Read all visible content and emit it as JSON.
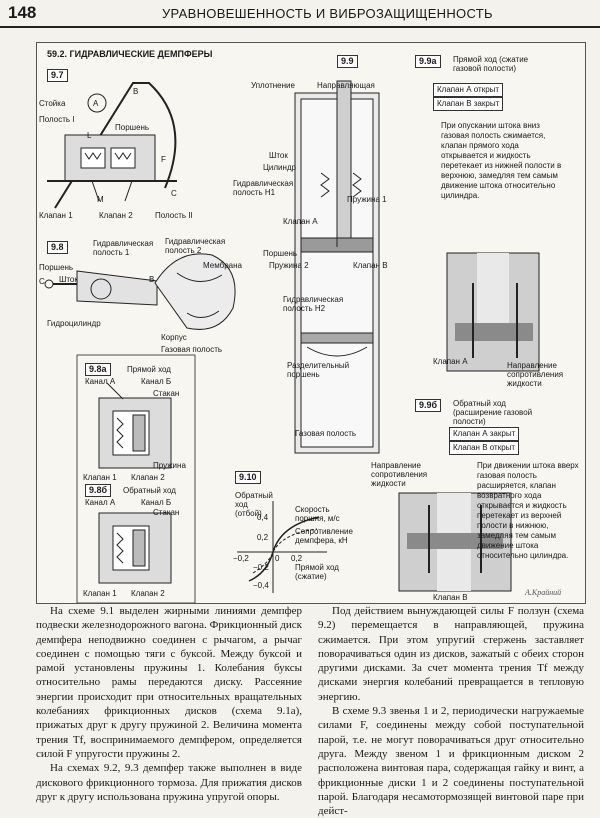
{
  "header": {
    "page_number": "148",
    "title": "УРАВНОВЕШЕННОСТЬ И ВИБРОЗАЩИЩЕННОСТЬ"
  },
  "figure": {
    "section": "59.2. ГИДРАВЛИЧЕСКИЕ ДЕМПФЕРЫ",
    "s97": {
      "tag": "9.7",
      "labels": [
        "Стойка",
        "A",
        "B",
        "Полость I",
        "L",
        "Поршень",
        "F",
        "Клапан 1",
        "M",
        "Клапан 2",
        "Полость II",
        "C"
      ]
    },
    "s98": {
      "tag": "9.8",
      "labels": [
        "Гидравлическая полость 1",
        "Гидравлическая полость 2",
        "Мембрана",
        "Поршень",
        "Шток",
        "C",
        "B",
        "Гидроцилиндр",
        "Корпус",
        "Газовая полость"
      ]
    },
    "s98a": {
      "tag": "9.8а",
      "labels": [
        "Прямой ход",
        "Канал А",
        "Канал Б",
        "Стакан",
        "Пружина",
        "Клапан 1",
        "Клапан 2"
      ]
    },
    "s98b": {
      "tag": "9.8б",
      "labels": [
        "Обратный ход",
        "Канал А",
        "Канал Б",
        "Стакан",
        "Клапан 1",
        "Клапан 2"
      ]
    },
    "s99": {
      "tag": "9.9",
      "labels": [
        "Уплотнение",
        "Направляющая",
        "Шток",
        "Цилиндр",
        "Гидравлическая полость H1",
        "Пружина 1",
        "Клапан А",
        "Поршень",
        "Пружина 2",
        "Клапан В",
        "Гидравлическая полость H2",
        "Разделительный поршень",
        "Газовая полость"
      ]
    },
    "s99a": {
      "tag": "9.9а",
      "title": "Прямой ход (сжатие газовой полости)",
      "state": [
        "Клапан А открыт",
        "Клапан В закрыт"
      ],
      "note": "При опускании штока вниз газовая полость сжимается, клапан прямого хода открывается и жидкость перетекает из нижней полости в верхнюю, замедляя тем самым движение штока относительно цилиндра.",
      "labels": [
        "Клапан А",
        "Направление сопротивления жидкости"
      ]
    },
    "s99b": {
      "tag": "9.9б",
      "title": "Обратный ход (расширение газовой полости)",
      "state": [
        "Клапан А закрыт",
        "Клапан В открыт"
      ],
      "note": "При движении штока вверх газовая полость расширяется, клапан возвратного хода открывается и жидкость перетекает из верхней полости в нижнюю, замедляя тем самым движение штока относительно цилиндра.",
      "labels": [
        "Направление сопротивления жидкости",
        "Клапан В"
      ]
    },
    "s910": {
      "tag": "9.10",
      "labels": [
        "Обратный ход (отбой)",
        "Скорость поршня, м/с",
        "Сопротивление демпфера, кН",
        "Прямой ход (сжатие)"
      ],
      "ticks": [
        "0,4",
        "0,2",
        "−0,2",
        "−0,4",
        "−0,2",
        "0",
        "0,2"
      ]
    },
    "signature": "А.Крайний"
  },
  "text": {
    "left": [
      "На схеме 9.1 выделен жирными линиями демпфер подвески железнодорожного вагона. Фрикционный диск демпфера неподвижно соединен с рычагом, а рычаг соединен с помощью тяги с буксой. Между буксой и рамой установлены пружины 1. Колебания буксы относительно рамы передаются диску. Рассеяние энергии происходит при относительных вращательных колебаниях фрикционных дисков (схема 9.1а), прижатых друг к другу пружиной 2. Величина момента трения Tf, воспринимаемого демпфером, определяется силой F упругости пружины 2.",
      "На схемах 9.2, 9.3 демпфер также выполнен в виде дискового фрикционного тормоза. Для прижатия дисков друг к другу использована пружина упругой опоры."
    ],
    "right": [
      "Под действием вынуждающей силы F ползун (схема 9.2) перемещается в направляющей, пружина сжимается. При этом упругий стержень заставляет поворачиваться один из дисков, зажатый с обеих сторон другими дисками. За счет момента трения Tf между дисками энергия колебаний превращается в тепловую энергию.",
      "В схеме 9.3 звенья 1 и 2, периодически нагружаемые силами F, соединены между собой поступательной парой, т.е. не могут поворачиваться друг относительно друга. Между звеном 1 и фрикционным диском 2 расположена винтовая пара, содержащая гайку и винт, а фрикционные диски 1 и 2 соединены поступательной парой. Благодаря несамотормозящей винтовой паре при дейст-"
    ]
  }
}
